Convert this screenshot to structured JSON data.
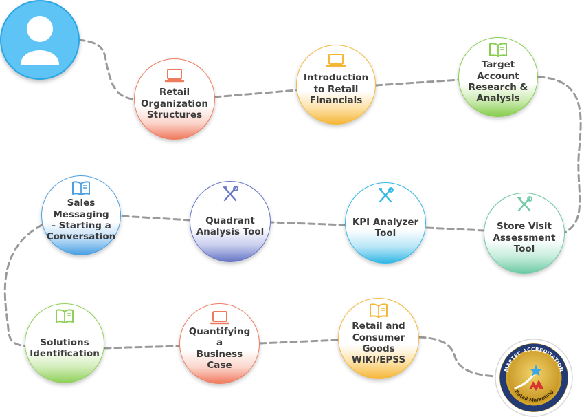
{
  "avatar": {
    "icon": "user-icon",
    "color": "#2ba6e4"
  },
  "nodes": [
    {
      "id": "retail-organization-structures",
      "label": "Retail\nOrganization\nStructures",
      "icon": "laptop-icon",
      "accent": "#ef7b5f",
      "fill": "#fbd5cb"
    },
    {
      "id": "introduction-to-retail-financials",
      "label": "Introduction\nto Retail\nFinancials",
      "icon": "laptop-icon",
      "accent": "#f5b73a",
      "fill": "#fde1a6"
    },
    {
      "id": "target-account-research-analysis",
      "label": "Target\nAccount\nResearch &\nAnalysis",
      "icon": "book-icon",
      "accent": "#86cd4d",
      "fill": "#cdebb2"
    },
    {
      "id": "store-visit-assessment-tool",
      "label": "Store Visit\nAssessment\nTool",
      "icon": "tools-icon",
      "accent": "#6fcaa4",
      "fill": "#c4ecdb"
    },
    {
      "id": "kpi-analyzer-tool",
      "label": "KPI Analyzer\nTool",
      "icon": "tools-icon",
      "accent": "#35b8e6",
      "fill": "#b9e6f7"
    },
    {
      "id": "quadrant-analysis-tool",
      "label": "Quadrant\nAnalysis Tool",
      "icon": "tools-icon",
      "accent": "#6777c6",
      "fill": "#c8cdee"
    },
    {
      "id": "sales-messaging-starting-a-conversation",
      "label": "Sales Messaging\n– Starting a\nConversation",
      "icon": "book-icon",
      "accent": "#4aa0e2",
      "fill": "#bddcf6"
    },
    {
      "id": "solutions-identification",
      "label": "Solutions\nIdentification",
      "icon": "book-icon",
      "accent": "#8fd05a",
      "fill": "#d3edbb"
    },
    {
      "id": "quantifying-a-business-case",
      "label": "Quantifying a\nBusiness Case",
      "icon": "laptop-icon",
      "accent": "#ef7b5f",
      "fill": "#fbd5cb"
    },
    {
      "id": "retail-and-consumer-goods-wiki-epss",
      "label": "Retail and\nConsumer Goods\nWIKI/EPSS",
      "icon": "book-icon",
      "accent": "#f5b73a",
      "fill": "#fde1a6"
    }
  ],
  "connector_color": "#9a9a9a",
  "badge": {
    "icon": "accreditation-seal-icon",
    "top_text": "MARTEC ACCREDITATION",
    "bottom_text": "Retail Marketing",
    "gold": "#d4a52a",
    "navy": "#243a73",
    "star": "#3aa8e6",
    "mark": "#d9352f"
  }
}
